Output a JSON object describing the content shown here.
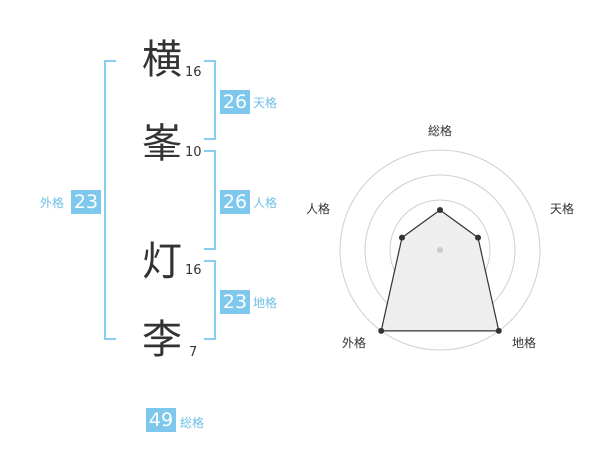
{
  "name": {
    "chars": [
      {
        "char": "横",
        "strokes": "16"
      },
      {
        "char": "峯",
        "strokes": "10"
      },
      {
        "char": "灯",
        "strokes": "16"
      },
      {
        "char": "李",
        "strokes": "7"
      }
    ]
  },
  "kaku": {
    "tenkaku": {
      "value": "26",
      "label": "天格"
    },
    "jinkaku": {
      "value": "26",
      "label": "人格"
    },
    "chikaku": {
      "value": "23",
      "label": "地格"
    },
    "gaikaku": {
      "value": "23",
      "label": "外格"
    },
    "soukaku": {
      "value": "49",
      "label": "総格"
    }
  },
  "chart_data": {
    "type": "radar",
    "axes": [
      "総格",
      "天格",
      "地格",
      "外格",
      "人格"
    ],
    "values": [
      0.4,
      0.4,
      1.0,
      1.0,
      0.4
    ],
    "range": [
      0,
      1
    ],
    "rings": 4
  },
  "colors": {
    "accent": "#7ec8ee",
    "bracket": "#86cdf0",
    "ring": "#d0d0d0",
    "fill": "#eeeeee",
    "outline": "#333333"
  }
}
